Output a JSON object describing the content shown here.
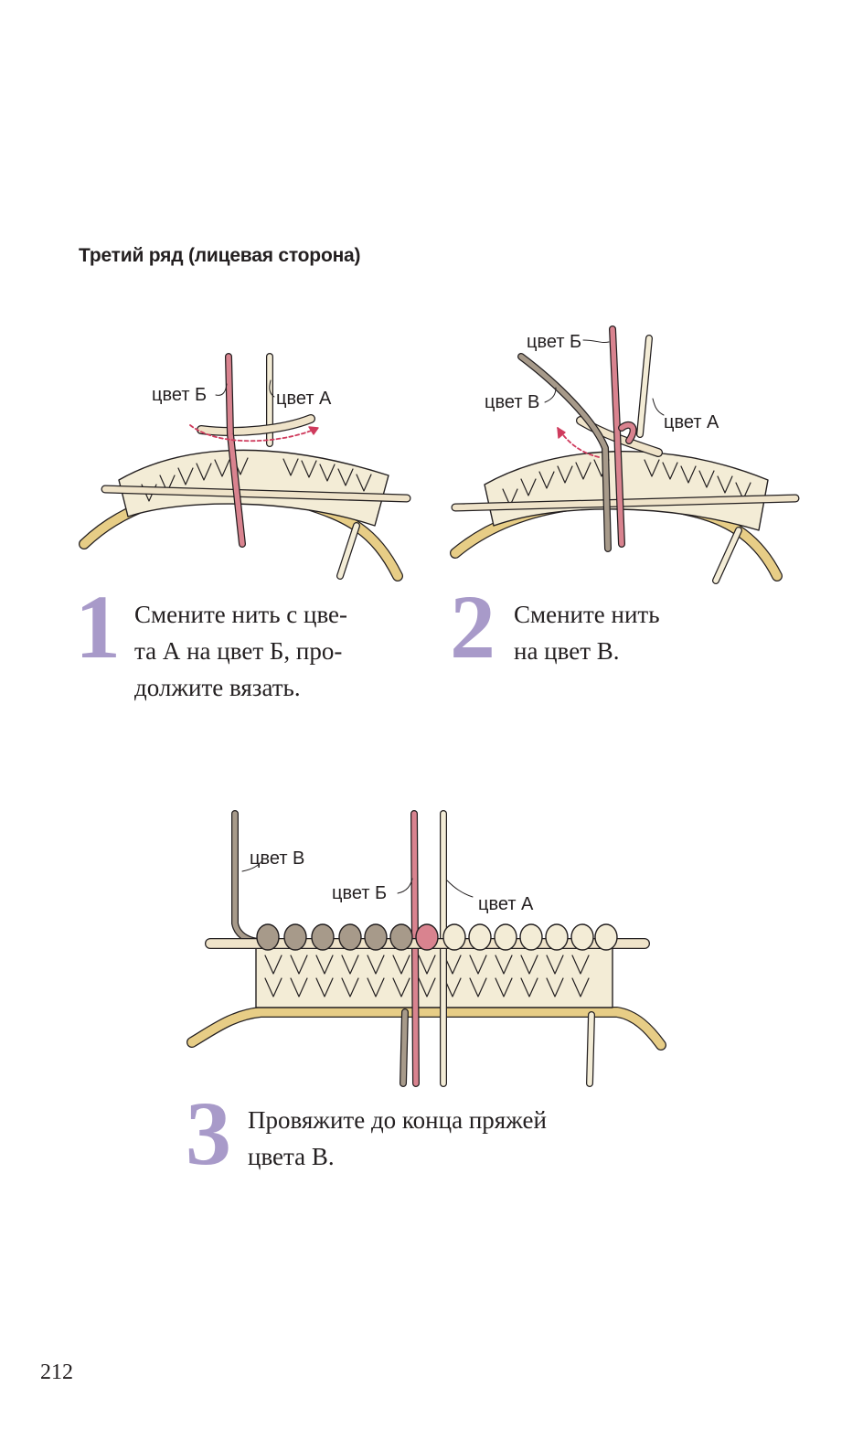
{
  "heading": "Третий ряд (лицевая сторона)",
  "colors": {
    "step_number": "#a89ac9",
    "yarn_a": "#f3ecd6",
    "yarn_b": "#d9838f",
    "yarn_v": "#a79a8a",
    "cast_on": "#e7cd86",
    "needle": "#efe3c9",
    "arrow": "#cf3b5d"
  },
  "steps": [
    {
      "number": "1",
      "text": "Смените нить с цве-\nта А на цвет Б, про-\nдолжите вязать.",
      "labels": {
        "b": "цвет Б",
        "a": "цвет А"
      }
    },
    {
      "number": "2",
      "text": "Смените нить\nна цвет В.",
      "labels": {
        "b": "цвет Б",
        "v": "цвет В",
        "a": "цвет А"
      }
    },
    {
      "number": "3",
      "text": "Провяжите до конца пряжей\nцвета В.",
      "labels": {
        "v": "цвет В",
        "b": "цвет Б",
        "a": "цвет А"
      }
    }
  ],
  "page_number": "212"
}
